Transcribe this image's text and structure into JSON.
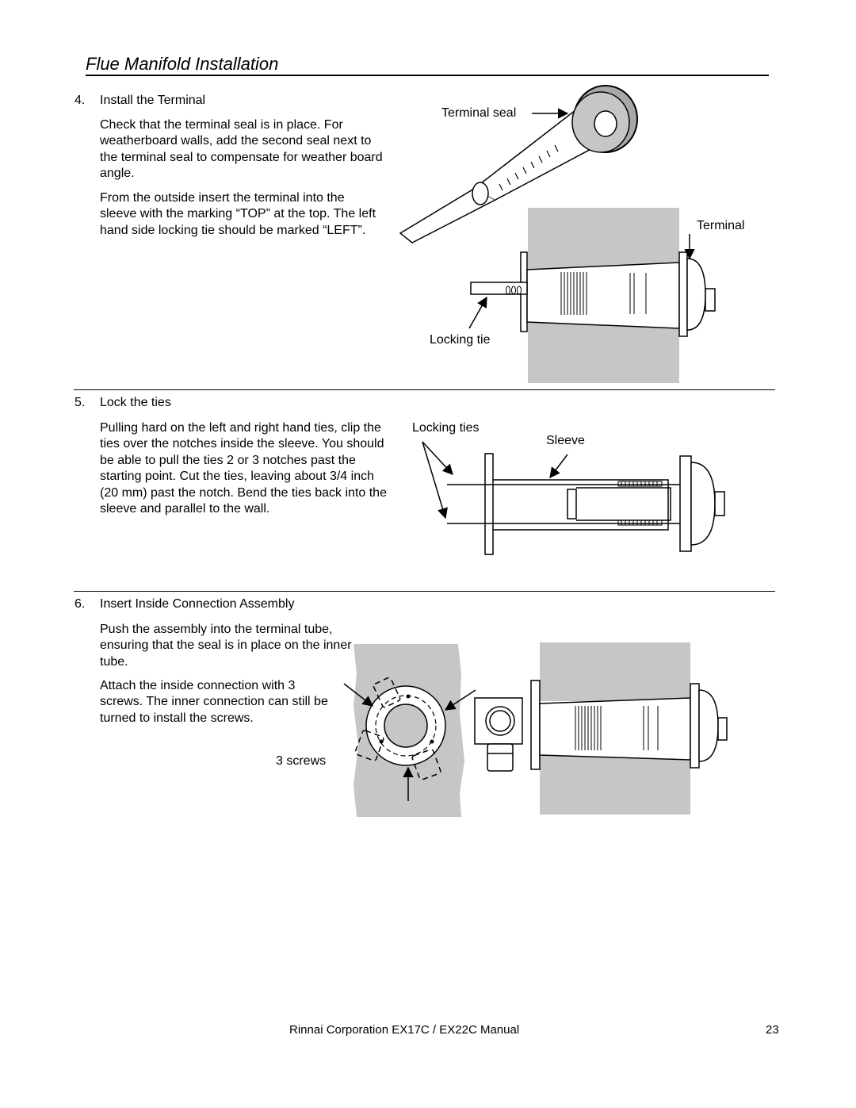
{
  "page": {
    "title": "Flue Manifold Installation",
    "footer_text": "Rinnai Corporation EX17C / EX22C Manual",
    "page_number": "23"
  },
  "step4": {
    "number": "4.",
    "heading": "Install the Terminal",
    "para1": "Check that the terminal seal is in place. For weatherboard walls, add the second seal next to the terminal seal to compensate for weather board angle.",
    "para2": "From the outside insert the terminal into the sleeve with the marking “TOP” at the top. The left hand side locking tie should be marked “LEFT”.",
    "labels": {
      "terminal_seal": "Terminal seal",
      "terminal": "Terminal",
      "locking_tie": "Locking tie"
    }
  },
  "step5": {
    "number": "5.",
    "heading": "Lock the ties",
    "para1": "Pulling hard on the left and right hand ties, clip the ties over the notches inside the sleeve. You should be able to pull the ties 2 or 3 notches past the starting point. Cut the ties, leaving about 3/4 inch (20 mm) past the notch. Bend the ties back into the sleeve and parallel to the wall.",
    "labels": {
      "locking_ties": "Locking ties",
      "sleeve": "Sleeve"
    }
  },
  "step6": {
    "number": "6.",
    "heading": "Insert Inside Connection Assembly",
    "para1": "Push the assembly into the terminal tube, ensuring that the seal is in place on the inner tube.",
    "para2": "Attach the inside connection with 3 screws. The inner connection can still be turned to install the screws.",
    "labels": {
      "screws": "3 screws"
    }
  },
  "colors": {
    "wall_gray": "#c6c6c6",
    "seal_gray": "#a8a8a8"
  }
}
